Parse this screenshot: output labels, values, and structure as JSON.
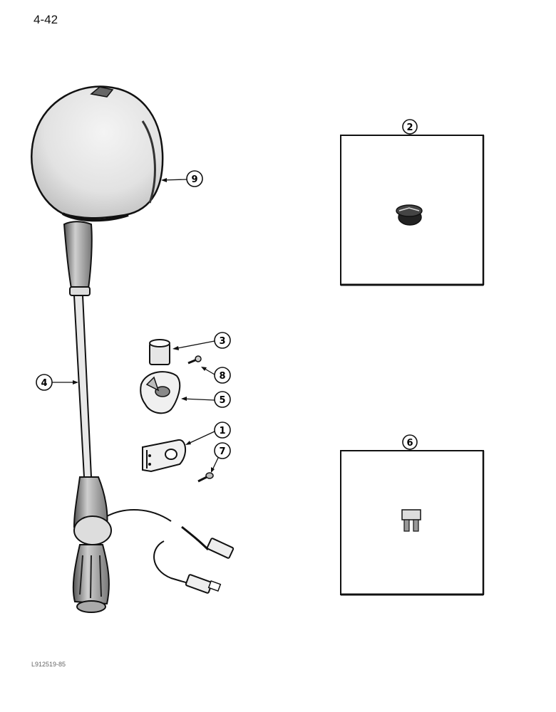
{
  "page": {
    "number": "4-42",
    "figure_ref": "L912519-85"
  },
  "callouts": [
    {
      "id": "c1",
      "label": "1"
    },
    {
      "id": "c2",
      "label": "2"
    },
    {
      "id": "c3",
      "label": "3"
    },
    {
      "id": "c4",
      "label": "4"
    },
    {
      "id": "c5",
      "label": "5"
    },
    {
      "id": "c6",
      "label": "6"
    },
    {
      "id": "c7",
      "label": "7"
    },
    {
      "id": "c8",
      "label": "8"
    },
    {
      "id": "c9",
      "label": "9"
    }
  ]
}
